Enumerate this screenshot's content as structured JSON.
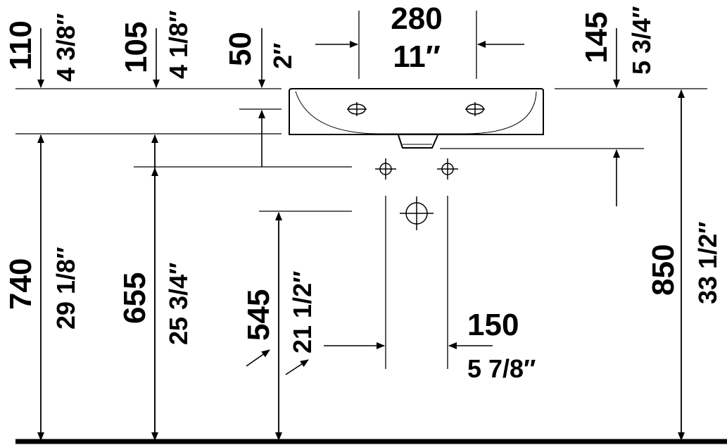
{
  "diagram": {
    "dimensions": {
      "d110_mm": "110",
      "d110_in": "4 3/8″",
      "d105_mm": "105",
      "d105_in": "4 1/8″",
      "d50_mm": "50",
      "d50_in": "2″",
      "d280_mm": "280",
      "d280_in": "11″",
      "d145_mm": "145",
      "d145_in": "5 3/4″",
      "d740_mm": "740",
      "d740_in": "29 1/8″",
      "d655_mm": "655",
      "d655_in": "25 3/4″",
      "d545_mm": "545",
      "d545_in": "21 1/2″",
      "d850_mm": "850",
      "d850_in": "33 1/2″",
      "d150_mm": "150",
      "d150_in": "5 7/8″"
    }
  }
}
